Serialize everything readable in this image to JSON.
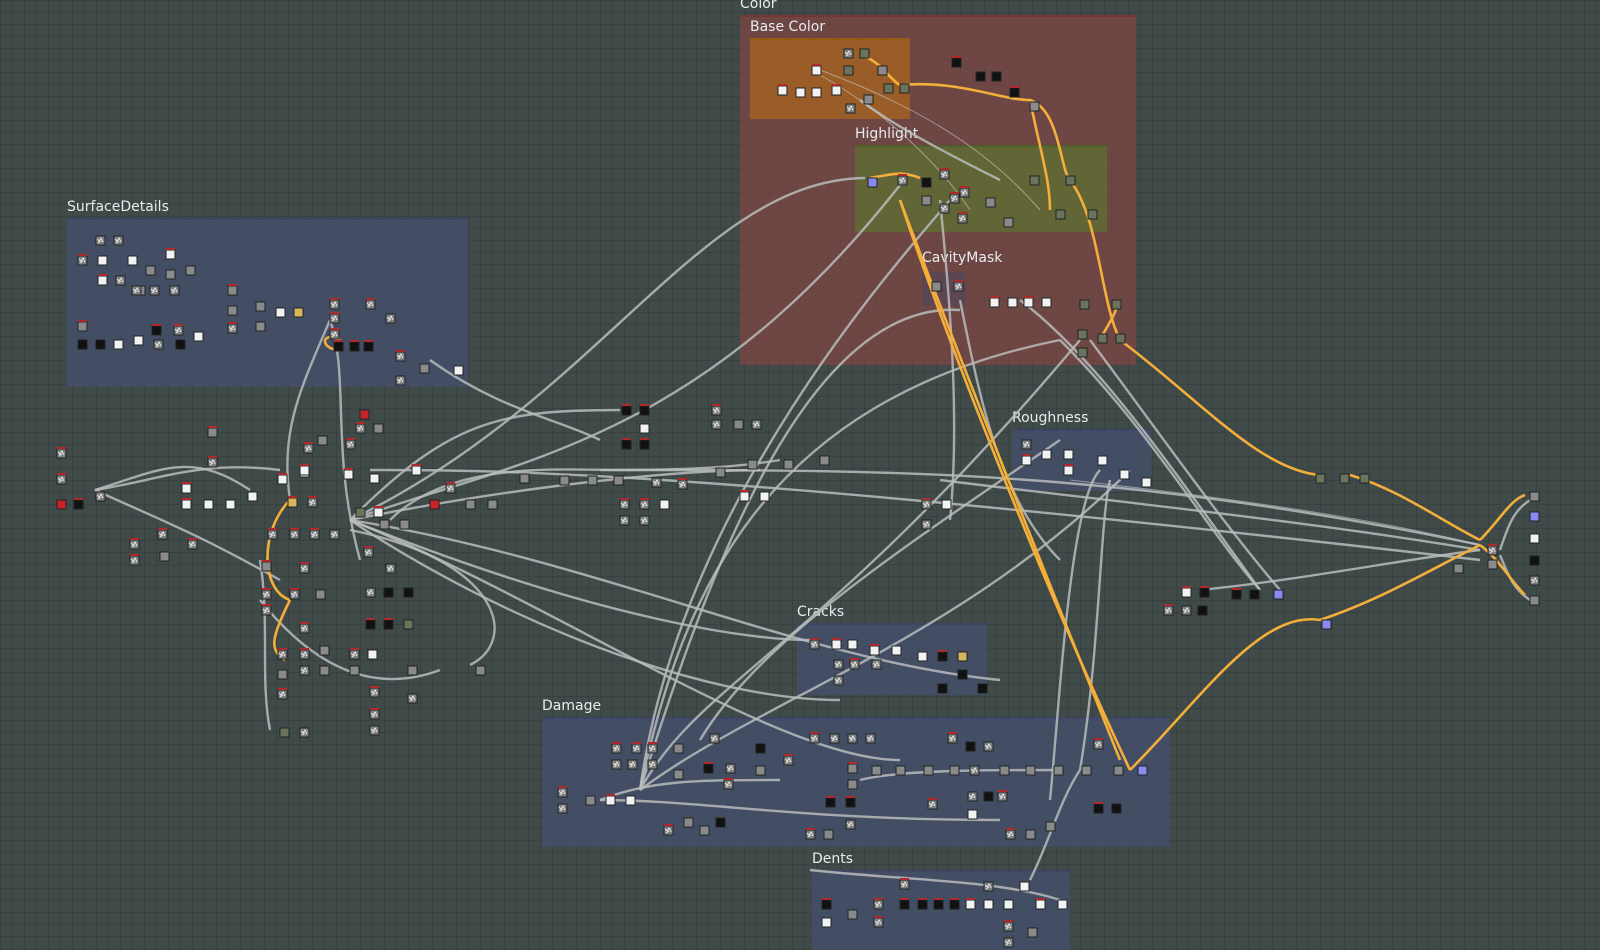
{
  "frames": {
    "color": "Color",
    "base_color": "Base Color",
    "highlight": "Highlight",
    "cavity_mask": "CavityMask",
    "surface_details": "SurfaceDetails",
    "roughness": "Roughness",
    "cracks": "Cracks",
    "damage": "Damage",
    "dents": "Dents"
  },
  "colors": {
    "canvas": "#3f4a49",
    "wire": "#b8bcbc",
    "wire_highlight": "#f4ae3a",
    "node_header": "#b0282a",
    "node_accent_blue": "#8a8af0"
  },
  "node_types": [
    "noise-node",
    "white-node",
    "gray-node",
    "dark-node",
    "color-node",
    "blend-node",
    "output-node"
  ]
}
